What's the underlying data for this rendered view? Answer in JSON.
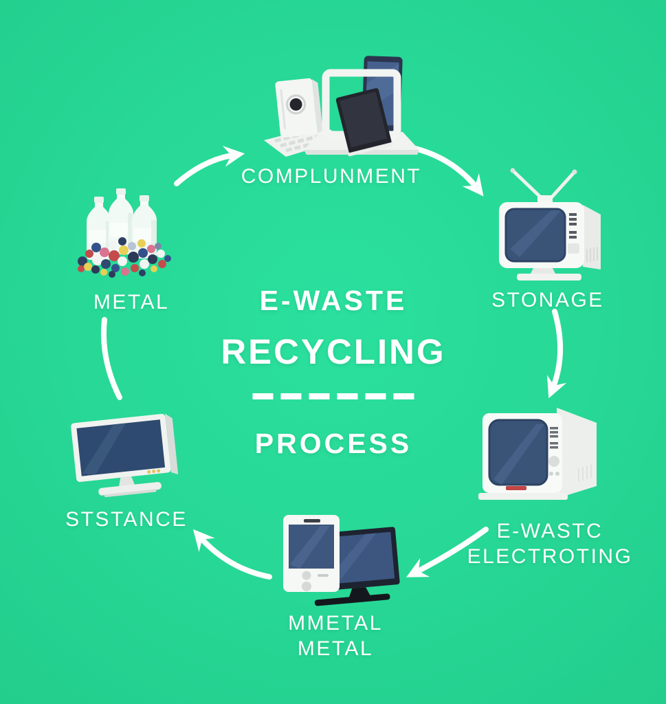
{
  "infographic": {
    "center": {
      "title_line1": "E-WASTE",
      "title_line2": "RECYCLING",
      "title_line3": "PROCESS",
      "divider_dash_count": 6
    },
    "stages": {
      "top": {
        "label": "COMPLUNMENT",
        "icon": "computer-devices-icon"
      },
      "right": {
        "label": "STONAGE",
        "icon": "crt-tv-antenna-icon"
      },
      "bottom_right": {
        "label_line1": "E-WASTC",
        "label_line2": "ELECTROTING",
        "icon": "crt-monitor-icon"
      },
      "bottom": {
        "label_line1": "MMETAL",
        "label_line2": "METAL",
        "icon": "tablet-flat-tv-icon"
      },
      "bottom_left": {
        "label": "STSTANCE",
        "icon": "lcd-monitor-icon"
      },
      "left": {
        "label": "METAL",
        "icon": "bottles-shredded-plastic-icon"
      }
    },
    "colors": {
      "background": "#27D795",
      "text": "#FFFFFF",
      "arrow": "#FFFFFF",
      "screen_navy": "#3A5478",
      "screen_dark_navy": "#2E4A70",
      "device_white": "#F7F9F7",
      "accent_red": "#C44545",
      "accent_yellow": "#E8CF56"
    }
  }
}
